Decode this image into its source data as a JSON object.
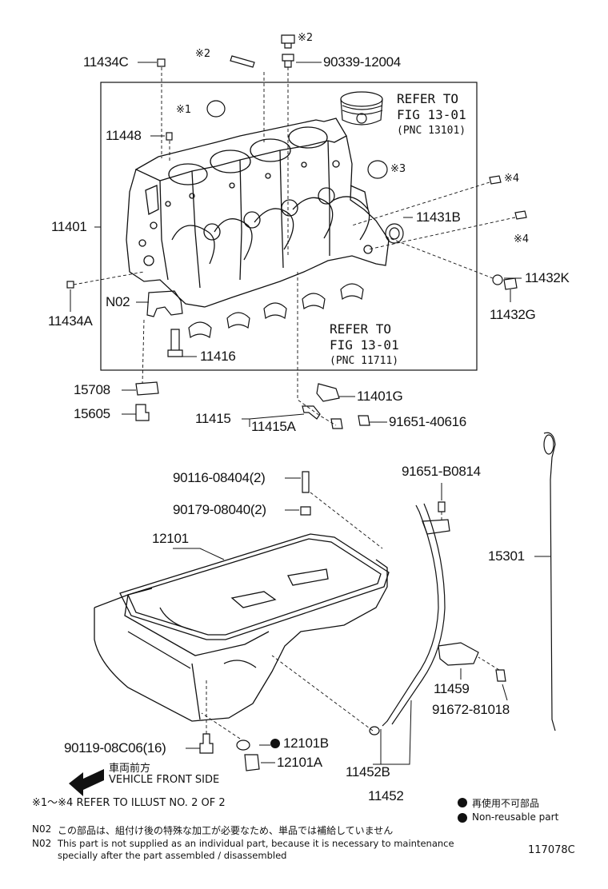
{
  "callouts": {
    "c11434C": "11434C",
    "c90339": "90339-12004",
    "c11448": "11448",
    "c11401": "11401",
    "c11431B": "11431B",
    "c11432K": "11432K",
    "c11432G": "11432G",
    "cN02": "N02",
    "c11434A": "11434A",
    "c11416": "11416",
    "c15708": "15708",
    "c15605": "15605",
    "c11401G": "11401G",
    "c11415": "11415",
    "c11415A": "11415A",
    "c91651_40616": "91651-40616",
    "c90116": "90116-08404(2)",
    "c90179": "90179-08040(2)",
    "c91651_B0814": "91651-B0814",
    "c12101": "12101",
    "c15301": "15301",
    "c11459": "11459",
    "c91672": "91672-81018",
    "c90119": "90119-08C06(16)",
    "c12101B": "12101B",
    "c12101A": "12101A",
    "c11452B": "11452B",
    "c11452": "11452"
  },
  "marks": {
    "m1": "※1",
    "m2a": "※2",
    "m2b": "※2",
    "m3": "※3",
    "m4a": "※4",
    "m4b": "※4"
  },
  "refs": {
    "piston": {
      "line1": "REFER TO",
      "line2": "FIG 13-01",
      "line3": "(PNC 13101)"
    },
    "bearing": {
      "line1": "REFER TO",
      "line2": "FIG 13-01",
      "line3": "(PNC 11711)"
    }
  },
  "front": {
    "jp": "車両前方",
    "en": "VEHICLE FRONT SIDE"
  },
  "notes": {
    "illust": "※1～※4  REFER TO ILLUST NO. 2 OF 2",
    "nonreuse_jp": "再使用不可部品",
    "nonreuse_en": "Non-reusable part",
    "n02_jp_tag": "N02",
    "n02_jp": "この部品は、組付け後の特殊な加工が必要なため、単品では補給していません",
    "n02_en_tag": "N02",
    "n02_en_1": "This part is not supplied as an individual part, because it is necessary to maintenance",
    "n02_en_2": "specially after the part assembled / disassembled",
    "fig_code": "117078C"
  }
}
